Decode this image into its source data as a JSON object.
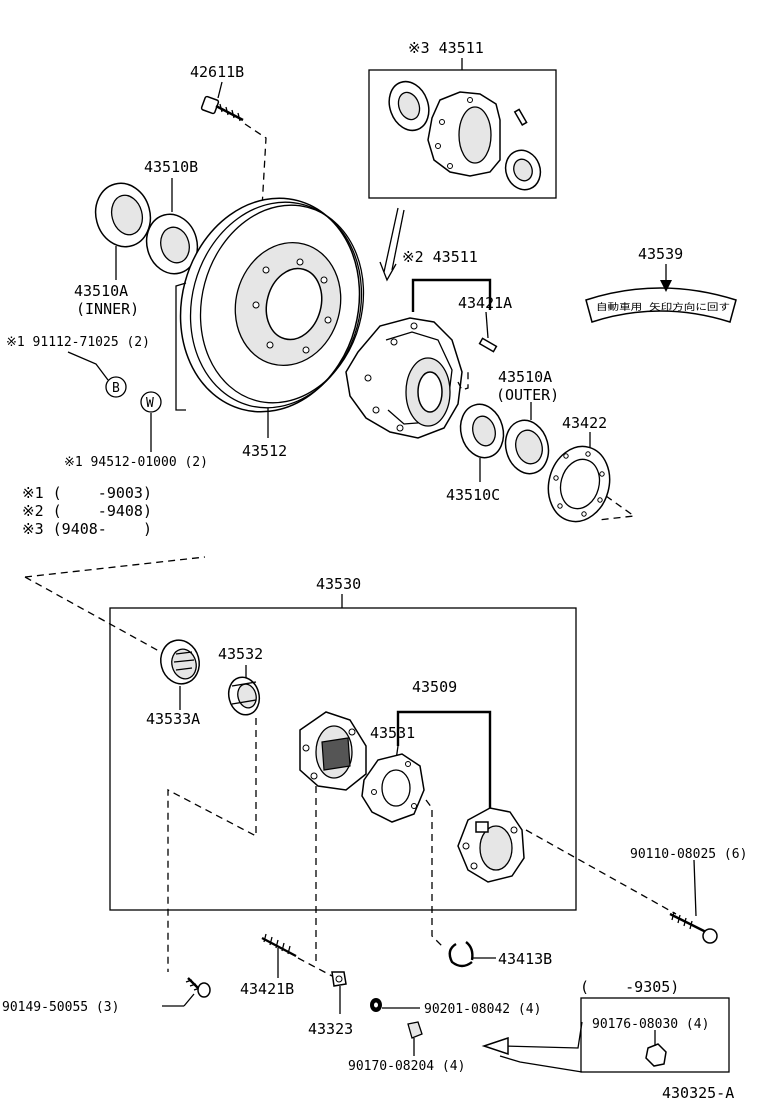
{
  "labels": {
    "p43511_top": "※3 43511",
    "p42611B": "42611B",
    "p43510B": "43510B",
    "p43510A_in": "43510A",
    "p43510A_in_note": "(INNER)",
    "p91112": "※1 91112-71025 (2)",
    "mark_B": "B",
    "mark_W": "W",
    "p94512": "※1 94512-01000 (2)",
    "p43512": "43512",
    "p43511_mid": "※2 43511",
    "p43421A": "43421A",
    "p43539": "43539",
    "p43510A_out": "43510A",
    "p43510A_out_note": "(OUTER)",
    "p43422": "43422",
    "p43510C": "43510C",
    "note1": "※1 (    -9003)",
    "note2": "※2 (    -9408)",
    "note3": "※3 (9408-    )",
    "p43530": "43530",
    "p43532": "43532",
    "p43533A": "43533A",
    "p43509": "43509",
    "p43531": "43531",
    "p90110": "90110-08025 (6)",
    "p43413B": "43413B",
    "p90149": "90149-50055 (3)",
    "p43421B": "43421B",
    "p43323": "43323",
    "p90201": "90201-08042 (4)",
    "p9305": "(    -9305)",
    "p90176": "90176-08030 (4)",
    "p90170": "90170-08204 (4)",
    "figure_id": "430325-A"
  },
  "sticker_text": "自動車用 矢印方向に回す",
  "colors": {
    "ink": "#000000",
    "paper": "#ffffff",
    "shade": "#e6e6e6"
  }
}
